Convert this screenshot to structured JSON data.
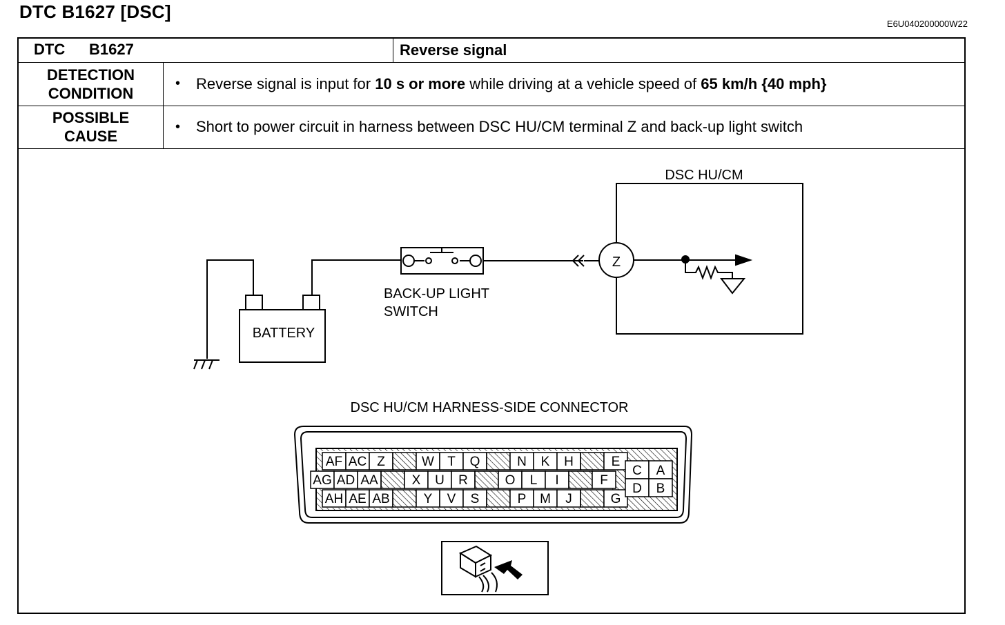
{
  "header": {
    "title": "DTC B1627 [DSC]",
    "doc_code": "E6U040200000W22"
  },
  "table": {
    "dtc_label": "DTC",
    "dtc_code": "B1627",
    "dtc_name": "Reverse signal",
    "detection": {
      "label_line1": "DETECTION",
      "label_line2": "CONDITION",
      "bullet": "•",
      "text_a": "Reverse signal is input for ",
      "bold_a": "10 s or more",
      "text_b": " while driving at a vehicle speed of ",
      "bold_b": "65 km/h {40 mph}"
    },
    "possible_cause": {
      "label_line1": "POSSIBLE",
      "label_line2": "CAUSE",
      "bullet": "•",
      "text": "Short to power circuit in harness between DSC HU/CM terminal Z and back-up light switch"
    }
  },
  "wiring": {
    "module_label": "DSC HU/CM",
    "terminal": "Z",
    "switch_label_line1": "BACK-UP LIGHT",
    "switch_label_line2": "SWITCH",
    "battery_label": "BATTERY"
  },
  "connector": {
    "title": "DSC HU/CM HARNESS-SIDE CONNECTOR",
    "row1": [
      "AF",
      "AC",
      "Z",
      "",
      "W",
      "T",
      "Q",
      "",
      "N",
      "K",
      "H",
      "",
      "E"
    ],
    "row2": [
      "AG",
      "AD",
      "AA",
      "",
      "X",
      "U",
      "R",
      "",
      "O",
      "L",
      "I",
      "",
      "F"
    ],
    "row3": [
      "AH",
      "AE",
      "AB",
      "",
      "Y",
      "V",
      "S",
      "",
      "P",
      "M",
      "J",
      "",
      "G"
    ],
    "small_block": [
      "C",
      "A",
      "D",
      "B"
    ]
  }
}
